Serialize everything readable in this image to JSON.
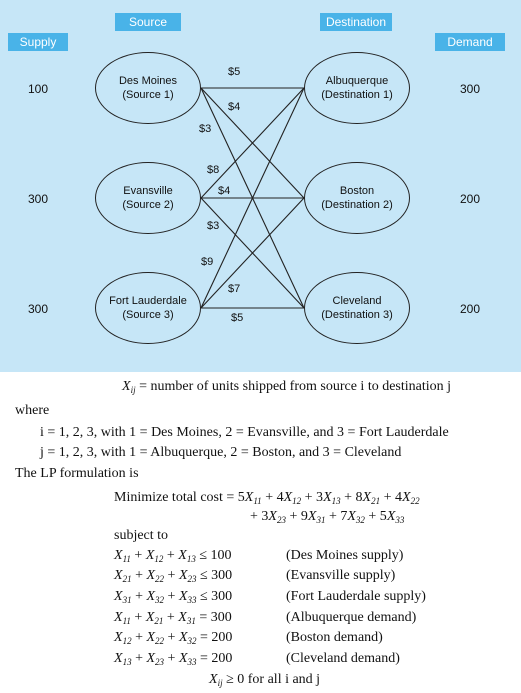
{
  "headers": {
    "source": "Source",
    "destination": "Destination",
    "supply": "Supply",
    "demand": "Demand"
  },
  "sources": [
    {
      "name": "Des Moines",
      "sub": "(Source 1)",
      "supply": "100"
    },
    {
      "name": "Evansville",
      "sub": "(Source 2)",
      "supply": "300"
    },
    {
      "name": "Fort Lauderdale",
      "sub": "(Source 3)",
      "supply": "300"
    }
  ],
  "destinations": [
    {
      "name": "Albuquerque",
      "sub": "(Destination 1)",
      "demand": "300"
    },
    {
      "name": "Boston",
      "sub": "(Destination 2)",
      "demand": "200"
    },
    {
      "name": "Cleveland",
      "sub": "(Destination 3)",
      "demand": "200"
    }
  ],
  "costs": [
    {
      "from": 1,
      "to": 1,
      "label": "$5"
    },
    {
      "from": 1,
      "to": 2,
      "label": "$4"
    },
    {
      "from": 1,
      "to": 3,
      "label": "$3"
    },
    {
      "from": 2,
      "to": 1,
      "label": "$8"
    },
    {
      "from": 2,
      "to": 2,
      "label": "$4"
    },
    {
      "from": 2,
      "to": 3,
      "label": "$3"
    },
    {
      "from": 3,
      "to": 1,
      "label": "$9"
    },
    {
      "from": 3,
      "to": 2,
      "label": "$7"
    },
    {
      "from": 3,
      "to": 3,
      "label": "$5"
    }
  ],
  "text": {
    "xij_def": "= number of units shipped from source i to destination j",
    "where": "where",
    "i_def": "i = 1, 2, 3, with 1 = Des Moines, 2 = Evansville, and 3 = Fort Lauderdale",
    "j_def": "j = 1, 2, 3, with 1 = Albuquerque, 2 = Boston, and 3 = Cleveland",
    "lp_intro": "The LP formulation is",
    "minimize": "Minimize total cost",
    "subject_to": "subject to",
    "nonneg_tail": "≥ 0 for all i and j"
  },
  "constraints": [
    {
      "rhs": "≤ 100",
      "label": "(Des Moines supply)"
    },
    {
      "rhs": "≤ 300",
      "label": "(Evansville supply)"
    },
    {
      "rhs": "≤ 300",
      "label": "(Fort Lauderdale supply)"
    },
    {
      "rhs": "= 300",
      "label": "(Albuquerque demand)"
    },
    {
      "rhs": "= 200",
      "label": "(Boston demand)"
    },
    {
      "rhs": "= 200",
      "label": "(Cleveland demand)"
    }
  ]
}
